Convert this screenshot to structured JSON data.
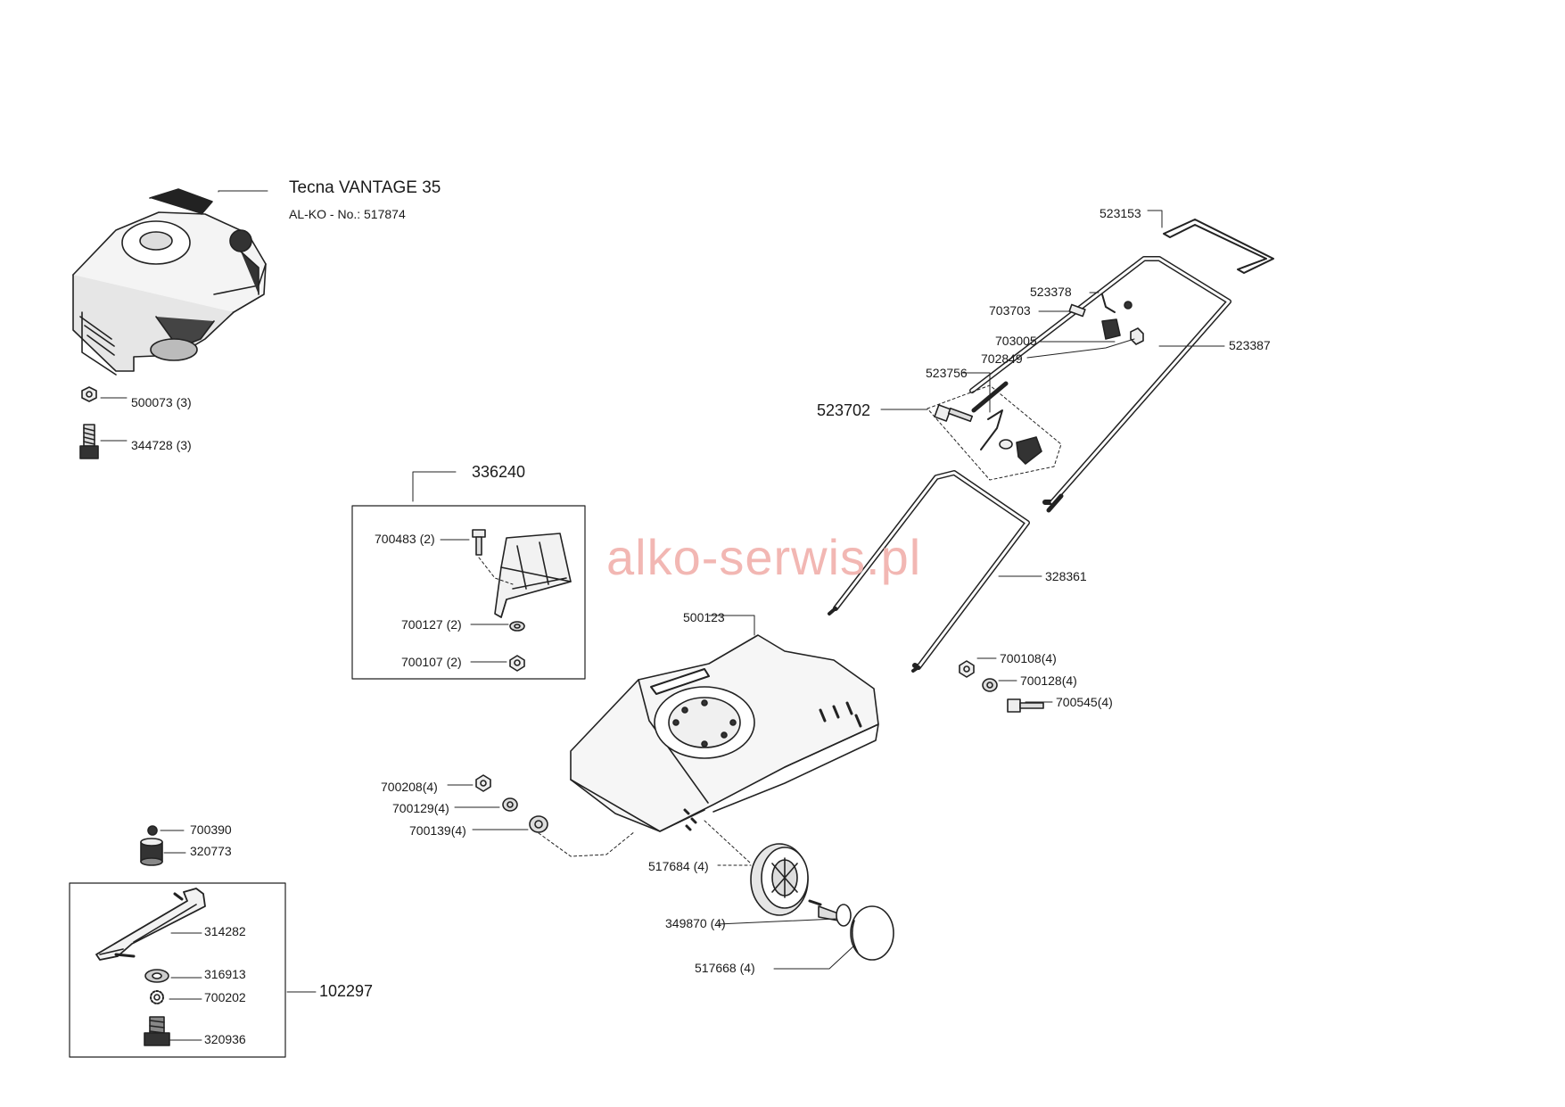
{
  "engine": {
    "title": "Tecna VANTAGE 35",
    "alko_no": "AL-KO - No.: 517874"
  },
  "watermark": "alko-serwis.pl",
  "labels": {
    "p500073": "500073 (3)",
    "p344728": "344728 (3)",
    "p336240": "336240",
    "p700483": "700483 (2)",
    "p700127": "700127 (2)",
    "p700107": "700107 (2)",
    "p523153": "523153",
    "p523378": "523378",
    "p703703": "703703",
    "p703005": "703005",
    "p702849": "702849",
    "p523387": "523387",
    "p523756": "523756",
    "p523702": "523702",
    "p328361": "328361",
    "p500123": "500123",
    "p700108": "700108(4)",
    "p700128": "700128(4)",
    "p700545": "700545(4)",
    "p700208": "700208(4)",
    "p700129": "700129(4)",
    "p700139": "700139(4)",
    "p517684": "517684 (4)",
    "p349870": "349870 (4)",
    "p517668": "517668  (4)",
    "p700390": "700390",
    "p320773": "320773",
    "p314282": "314282",
    "p316913": "316913",
    "p700202": "700202",
    "p320936": "320936",
    "p102297": "102297"
  }
}
